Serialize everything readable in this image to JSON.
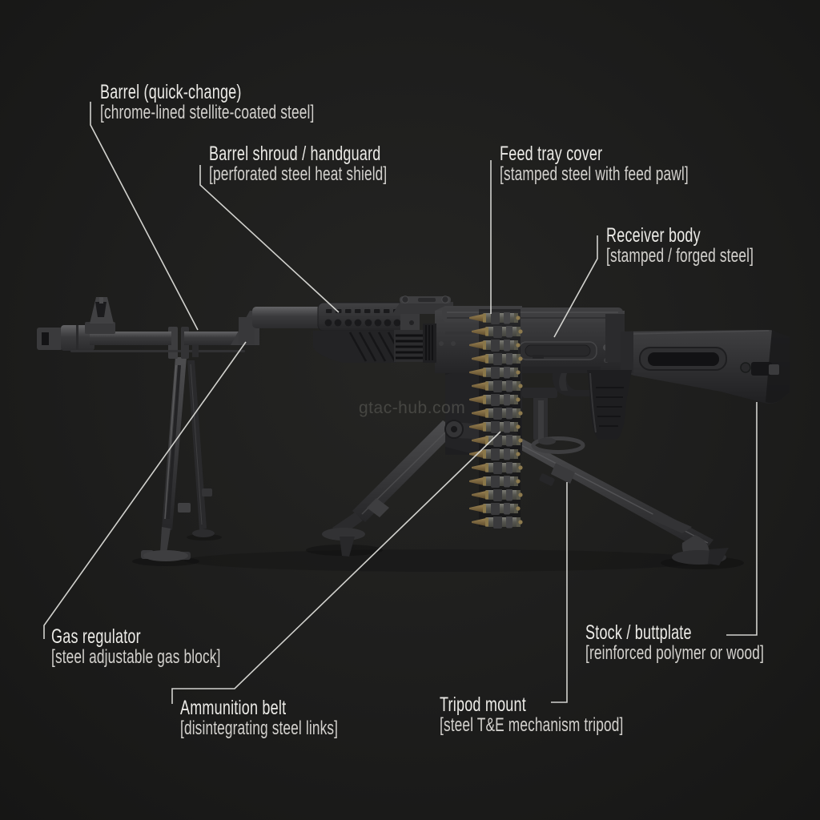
{
  "watermark": "gtac-hub.com",
  "colors": {
    "background": "#1d1d1c",
    "label_text": "#ecebe7",
    "spec_text": "#d3d1cd",
    "leader_line": "#dcdcd8",
    "gun_metal": "#39393b",
    "brass": "#9a8252",
    "steel_case": "#7d7d76"
  },
  "labels": {
    "barrel": {
      "title": "Barrel (quick-change)",
      "spec": "[chrome-lined stellite-coated steel]"
    },
    "shroud": {
      "title": "Barrel shroud / handguard",
      "spec": "[perforated steel heat shield]"
    },
    "feed_tray": {
      "title": "Feed tray cover",
      "spec": "[stamped steel with feed pawl]"
    },
    "receiver": {
      "title": "Receiver body",
      "spec": "[stamped / forged steel]"
    },
    "gas_regulator": {
      "title": "Gas regulator",
      "spec": "[steel adjustable gas block]"
    },
    "ammo_belt": {
      "title": "Ammunition belt",
      "spec": "[disintegrating steel links]"
    },
    "tripod": {
      "title": "Tripod mount",
      "spec": "[steel T&E mechanism tripod]"
    },
    "stock": {
      "title": "Stock / buttplate",
      "spec": "[reinforced polymer or wood]"
    }
  }
}
